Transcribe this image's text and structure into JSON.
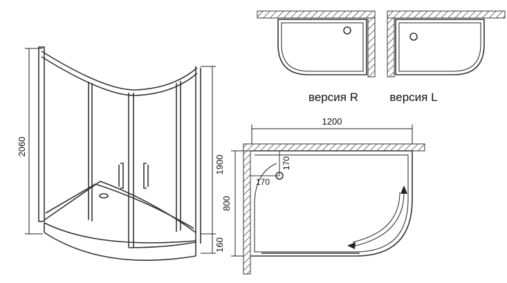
{
  "dimensions": {
    "total_height": "2060",
    "glass_height": "1900",
    "tray_height": "160",
    "width": "1200",
    "depth": "800",
    "drain_offset_x": "170",
    "drain_offset_y": "170"
  },
  "versions": {
    "right_label": "версия R",
    "left_label": "версия L"
  },
  "colors": {
    "line": "#222222",
    "background": "#ffffff"
  }
}
